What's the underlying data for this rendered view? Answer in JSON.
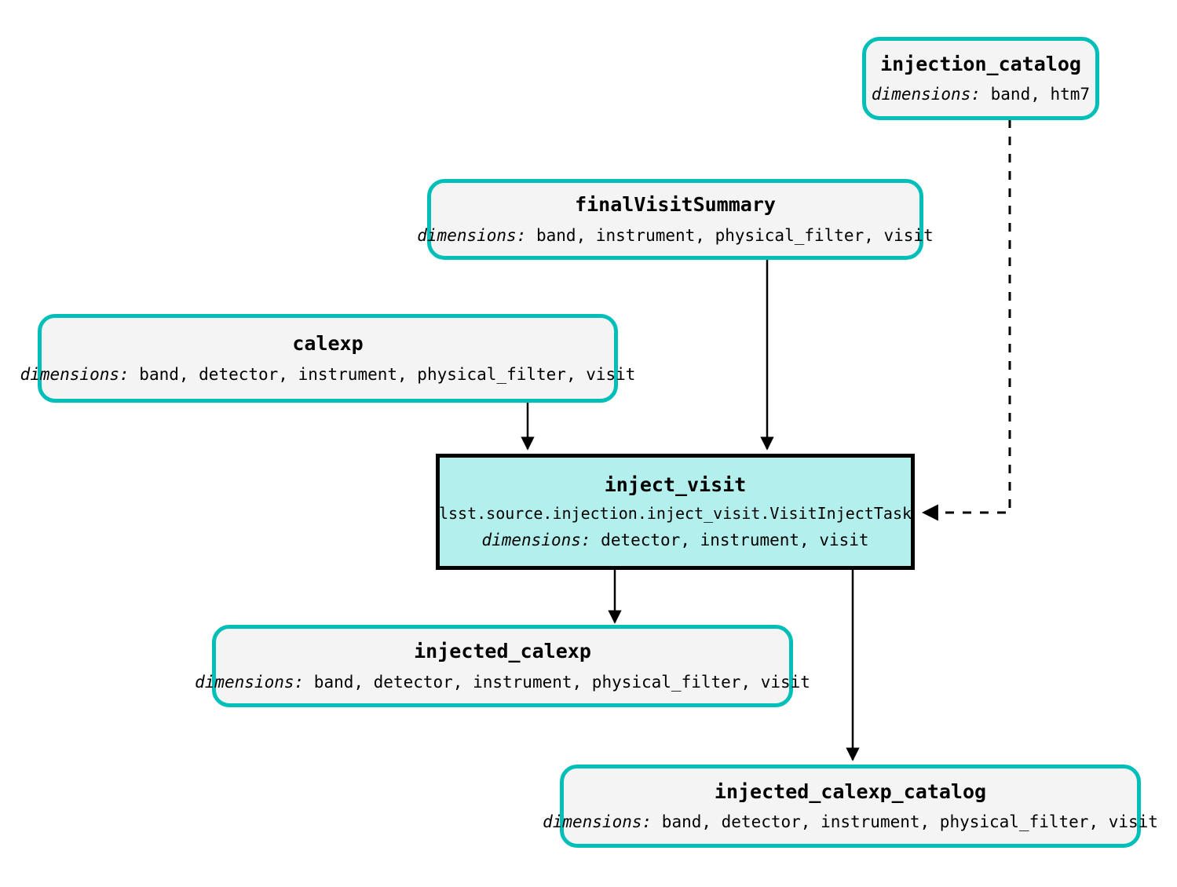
{
  "diagram": {
    "title": "inject_visit pipeline graph",
    "colors": {
      "dataset_border": "#00bfb8",
      "dataset_fill": "#f4f4f4",
      "task_fill": "#b2efed",
      "task_border": "#000000",
      "edge": "#000000",
      "background": "#ffffff"
    },
    "dimensions_label": "dimensions:"
  },
  "nodes": [
    {
      "id": "injection_catalog",
      "kind": "dataset",
      "title": "injection_catalog",
      "dimensions": "band, htm7"
    },
    {
      "id": "finalVisitSummary",
      "kind": "dataset",
      "title": "finalVisitSummary",
      "dimensions": "band, instrument, physical_filter, visit"
    },
    {
      "id": "calexp",
      "kind": "dataset",
      "title": "calexp",
      "dimensions": "band, detector, instrument, physical_filter, visit"
    },
    {
      "id": "inject_visit",
      "kind": "task",
      "title": "inject_visit",
      "task_class": "lsst.source.injection.inject_visit.VisitInjectTask",
      "dimensions": "detector, instrument, visit"
    },
    {
      "id": "injected_calexp",
      "kind": "dataset",
      "title": "injected_calexp",
      "dimensions": "band, detector, instrument, physical_filter, visit"
    },
    {
      "id": "injected_calexp_catalog",
      "kind": "dataset",
      "title": "injected_calexp_catalog",
      "dimensions": "band, detector, instrument, physical_filter, visit"
    }
  ],
  "edges": [
    {
      "id": "edge-injection-catalog-to-inject-visit",
      "from": "injection_catalog",
      "to": "inject_visit",
      "style": "dashed"
    },
    {
      "id": "edge-finalvisitsummary-to-inject-visit",
      "from": "finalVisitSummary",
      "to": "inject_visit",
      "style": "solid"
    },
    {
      "id": "edge-calexp-to-inject-visit",
      "from": "calexp",
      "to": "inject_visit",
      "style": "solid"
    },
    {
      "id": "edge-inject-visit-to-injected-calexp",
      "from": "inject_visit",
      "to": "injected_calexp",
      "style": "solid"
    },
    {
      "id": "edge-inject-visit-to-injected-calexp-catalog",
      "from": "inject_visit",
      "to": "injected_calexp_catalog",
      "style": "solid"
    }
  ]
}
